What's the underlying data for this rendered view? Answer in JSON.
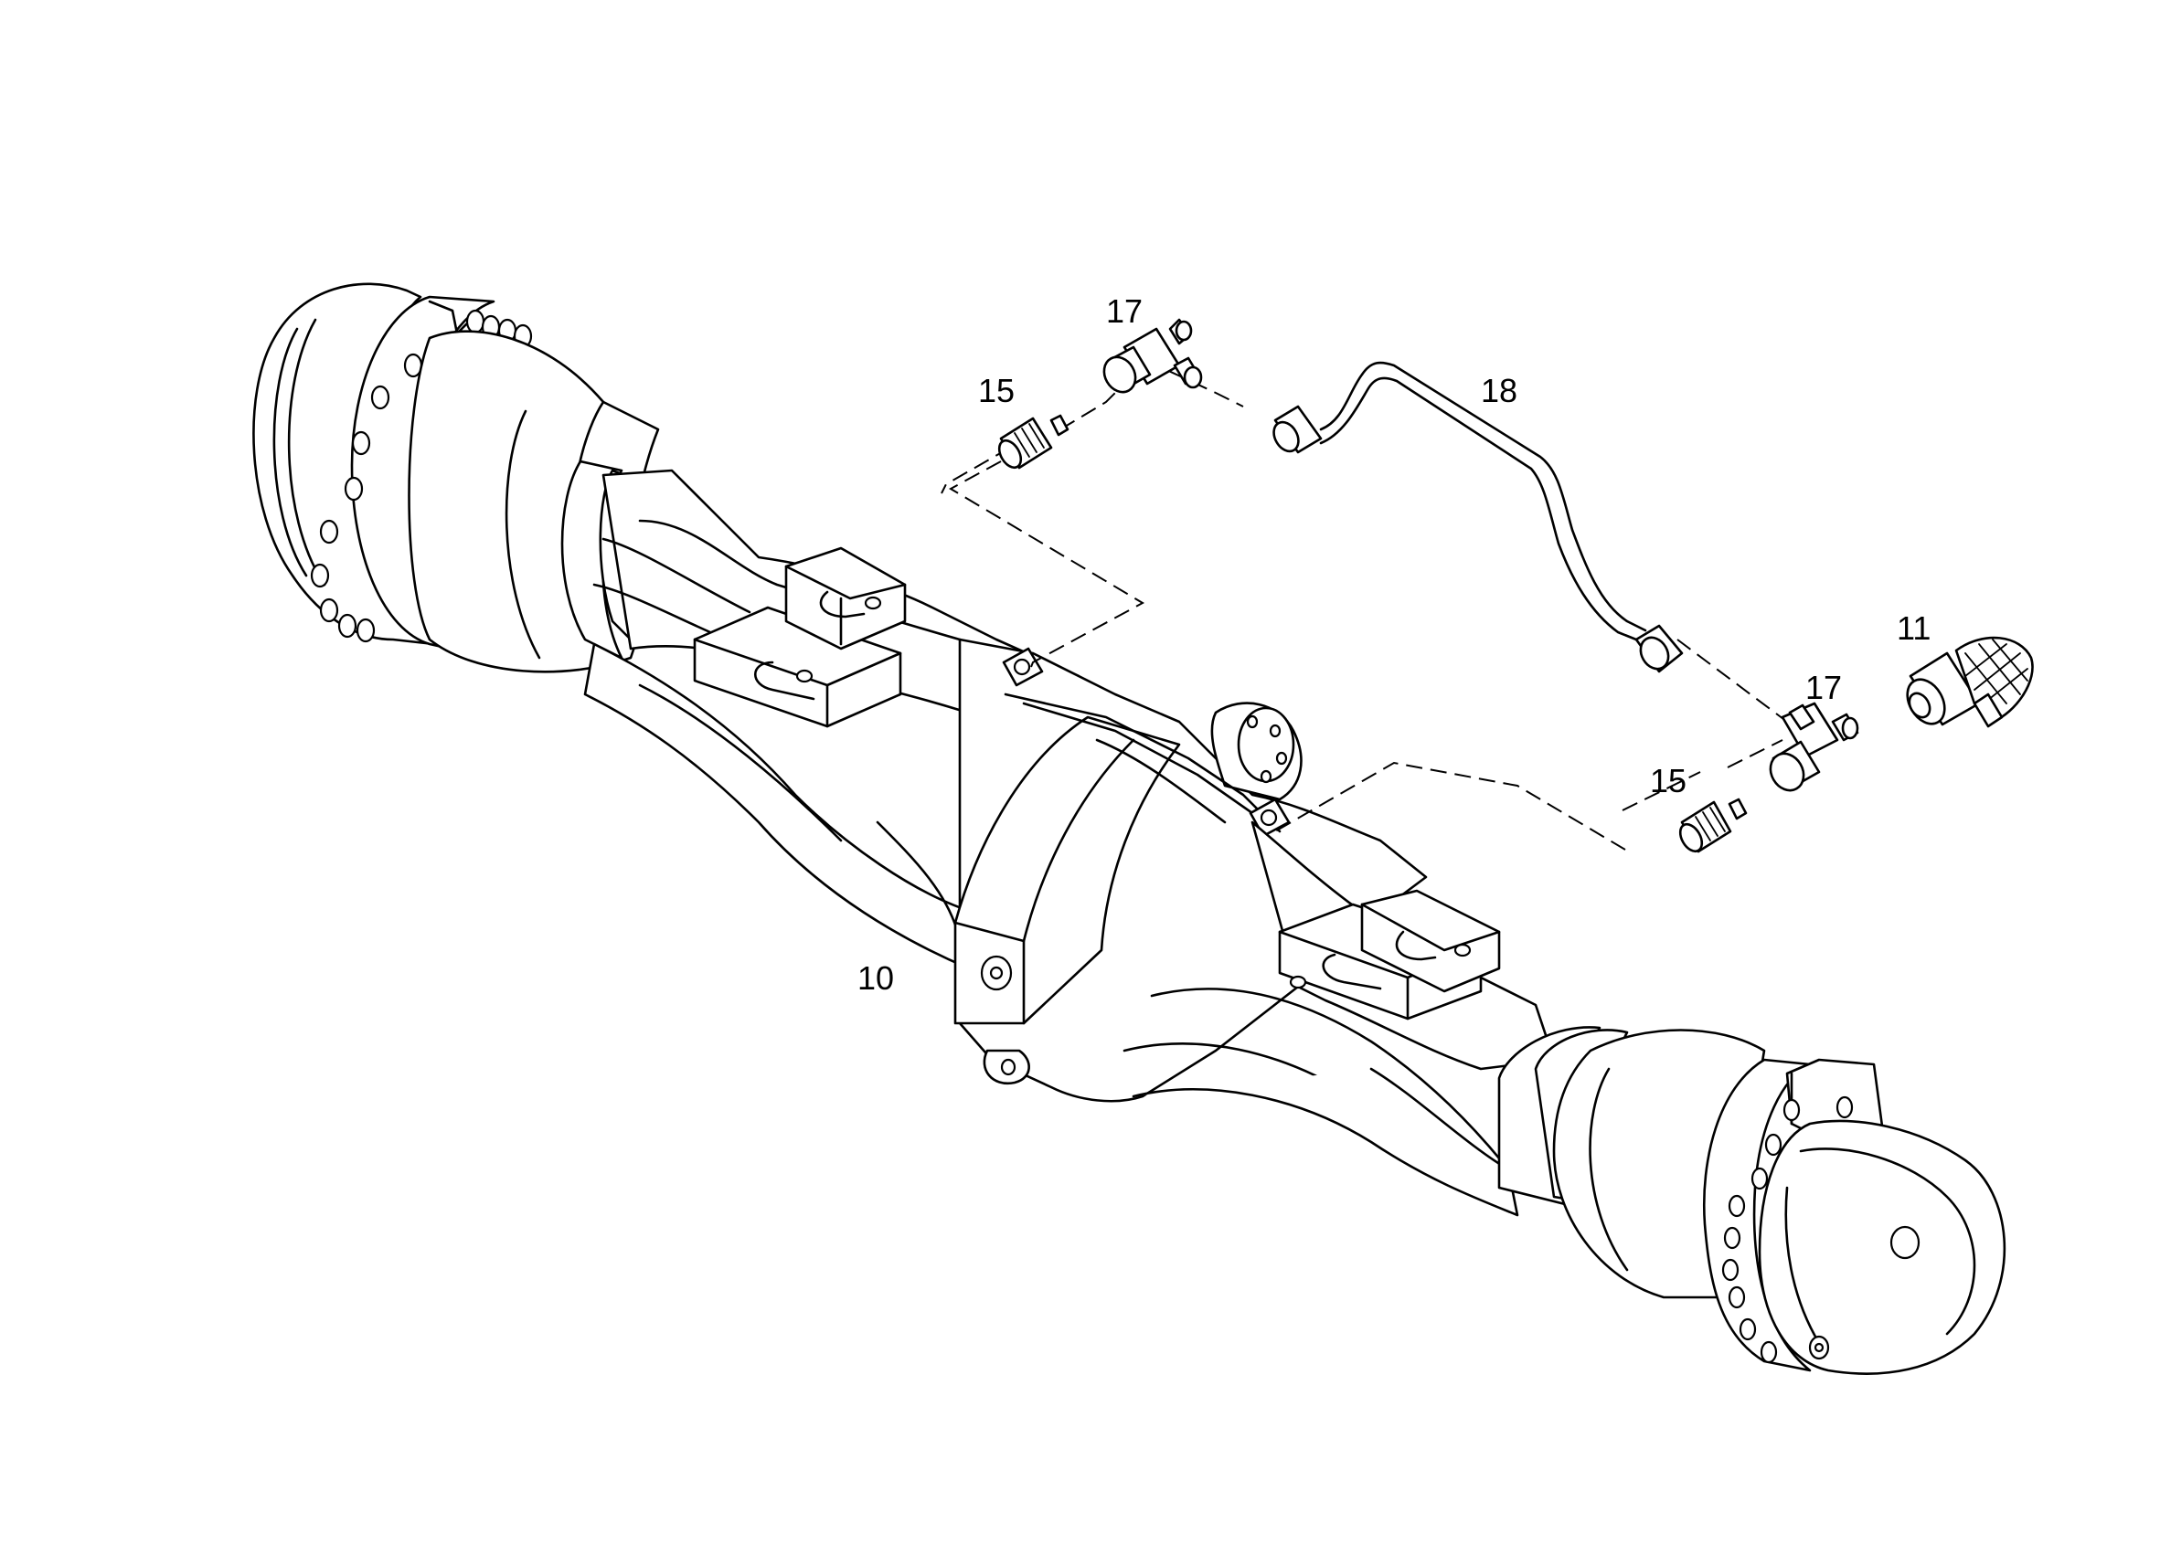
{
  "callouts": {
    "axle_housing": "10",
    "elbow_fitting": "11",
    "connector_upper": "15",
    "connector_lower": "15",
    "tee_upper": "17",
    "tee_lower": "17",
    "brake_pipe": "18"
  }
}
